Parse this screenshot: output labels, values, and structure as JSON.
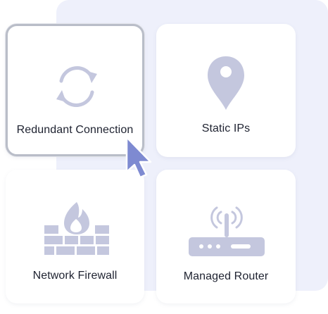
{
  "cards": [
    {
      "label": "Redundant Connection",
      "icon": "refresh-icon",
      "selected": true
    },
    {
      "label": "Static IPs",
      "icon": "location-pin-icon",
      "selected": false
    },
    {
      "label": "Network Firewall",
      "icon": "firewall-icon",
      "selected": false
    },
    {
      "label": "Managed Router",
      "icon": "router-icon",
      "selected": false
    }
  ],
  "colors": {
    "backdrop": "#eef0fb",
    "icon": "#c4c7de",
    "cursor": "#7e8ad1",
    "selected_border": "#b9bdc8",
    "text": "#1e2230"
  }
}
